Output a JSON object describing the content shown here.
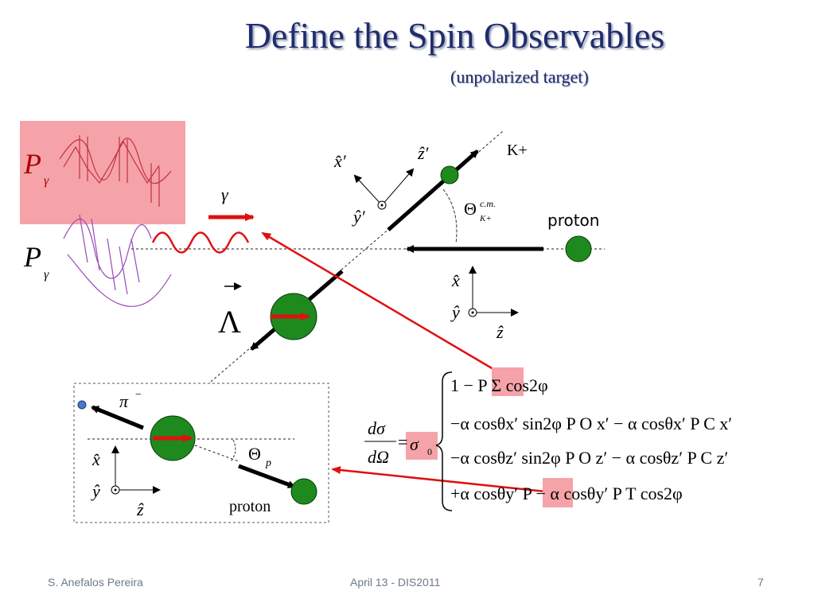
{
  "slide": {
    "title": "Define the Spin Observables",
    "subtitle": "(unpolarized target)"
  },
  "labels": {
    "polarization_symbol": "P",
    "polarization_sub": "γ⃗",
    "photon": "γ⃗",
    "kaon": "K+",
    "proton_target": "proton",
    "proton_decay": "proton",
    "lambda": "Λ",
    "pion": "π",
    "pion_charge": "−",
    "theta_cm": "Θ",
    "theta_cm_sup": "c.m.",
    "theta_cm_sub": "K+",
    "theta_p": "Θ",
    "theta_p_sub": "p",
    "axis_x_prime": "x̂′",
    "axis_y_prime": "ŷ′",
    "axis_z_prime": "ẑ′",
    "axis_x": "x̂",
    "axis_y": "ŷ",
    "axis_z": "ẑ"
  },
  "formula": {
    "lhs_num": "dσ",
    "lhs_den": "dΩ",
    "equals": "=",
    "sigma0": "σ",
    "sigma0_sub": "0",
    "line1": "1 − P Σ cos2φ",
    "line2": "−α cosθx′ sin2φ P O x′ − α cosθx′ P C x′",
    "line3": "−α cosθz′ sin2φ P O z′ − α cosθz′ P C z′",
    "line4": "+α cosθy′ P − α cosθy′ P T cos2φ"
  },
  "footer": {
    "author": "S. Anefalos Pereira",
    "event": "April 13 -  DIS2011",
    "page": "7"
  },
  "colors": {
    "title": "#1f2d6b",
    "highlight_box": "#f5a3a8",
    "arrow_red": "#e01010",
    "ball_green": "#1e8a1e",
    "pion_blue": "#4a78c8"
  }
}
